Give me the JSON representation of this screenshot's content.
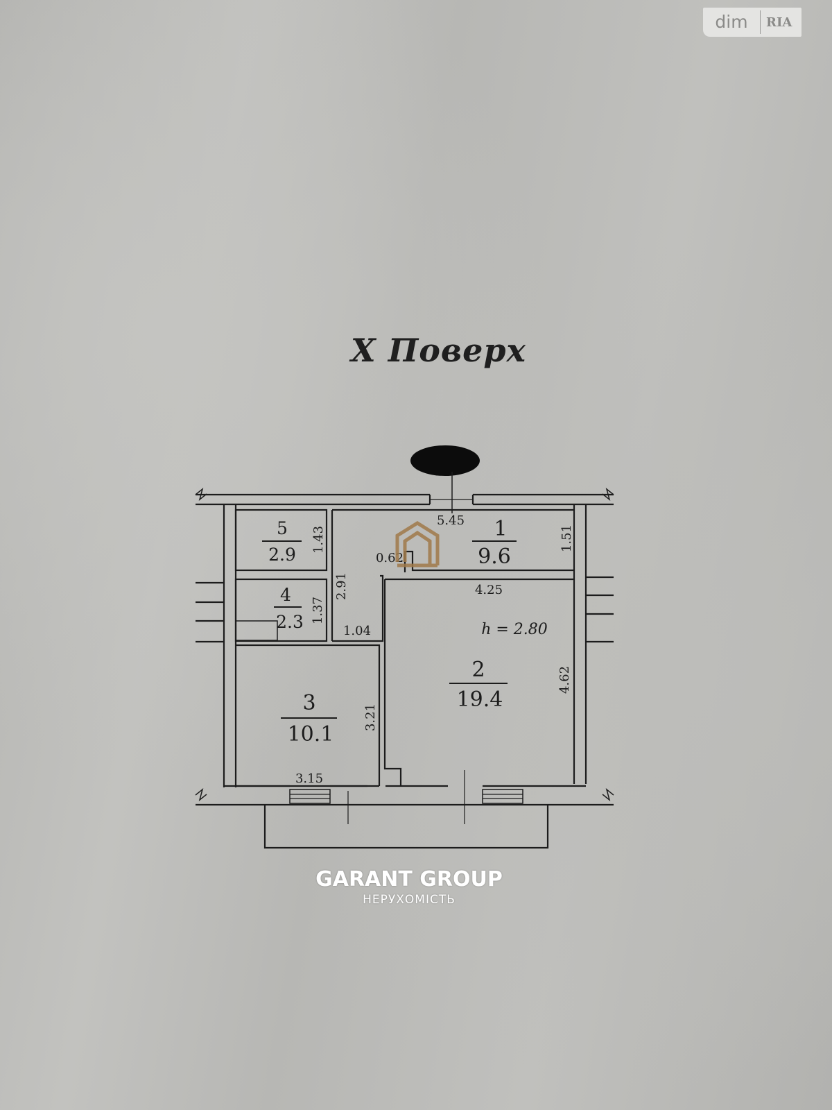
{
  "title": "X Поверх",
  "badge": {
    "left": "dim",
    "right": "RIA"
  },
  "watermark": {
    "brand": "GARANT GROUP",
    "subtitle": "НЕРУХОМІСТЬ",
    "color": "#a07a4a"
  },
  "ceiling_height": "h = 2.80",
  "rooms": [
    {
      "number": "1",
      "area": "9.6"
    },
    {
      "number": "2",
      "area": "19.4"
    },
    {
      "number": "3",
      "area": "10.1"
    },
    {
      "number": "4",
      "area": "2.3"
    },
    {
      "number": "5",
      "area": "2.9"
    }
  ],
  "dimensions": {
    "d545": "5.45",
    "d151": "1.51",
    "d143": "1.43",
    "d291": "2.91",
    "d062": "0.62",
    "d425": "4.25",
    "d137": "1.37",
    "d104": "1.04",
    "d462": "4.62",
    "d321": "3.21",
    "d315": "3.15"
  }
}
